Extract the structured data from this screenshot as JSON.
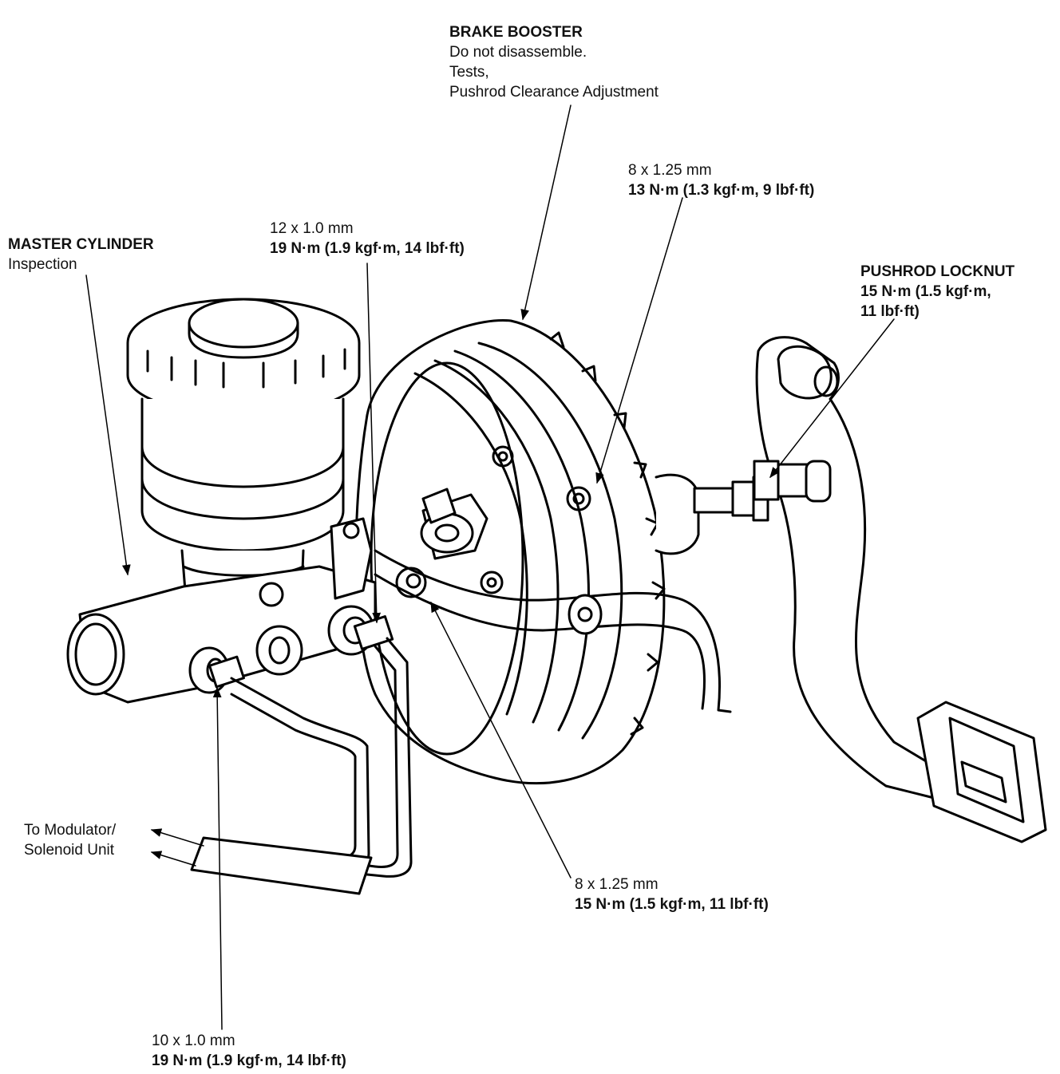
{
  "callouts": {
    "brake_booster": {
      "title": "BRAKE BOOSTER",
      "notes": [
        "Do not disassemble.",
        "Tests,",
        "Pushrod Clearance Adjustment"
      ]
    },
    "master_cylinder": {
      "title": "MASTER CYLINDER",
      "note": "Inspection"
    },
    "top_bolt": {
      "size": "12 x 1.0 mm",
      "torque": "19 N·m (1.9 kgf·m, 14 lbf·ft)"
    },
    "booster_nut_upper": {
      "size": "8 x 1.25 mm",
      "torque": "13 N·m (1.3 kgf·m, 9 lbf·ft)"
    },
    "pushrod_locknut": {
      "title": "PUSHROD LOCKNUT",
      "torque_line1": "15 N·m (1.5 kgf·m,",
      "torque_line2": "11 lbf·ft)"
    },
    "modulator": {
      "line1": "To Modulator/",
      "line2": "Solenoid Unit"
    },
    "booster_nut_lower": {
      "size": "8 x 1.25 mm",
      "torque": "15 N·m (1.5 kgf·m, 11 lbf·ft)"
    },
    "bottom_bolt": {
      "size": "10 x 1.0 mm",
      "torque": "19 N·m (1.9 kgf·m, 14 lbf·ft)"
    }
  },
  "colors": {
    "ink": "#000000",
    "paper": "#ffffff"
  }
}
